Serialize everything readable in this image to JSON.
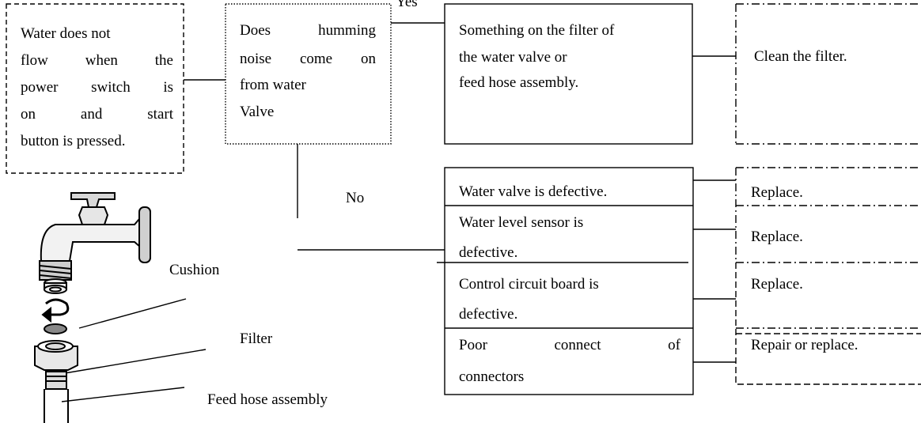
{
  "problem": {
    "lines": [
      "Water does not",
      "flow when the",
      "power switch is",
      "on and start",
      "button is pressed."
    ]
  },
  "question": {
    "lines": [
      "Does humming",
      "noise come on",
      "from water",
      "Valve"
    ]
  },
  "yes_label": "Yes",
  "no_label": "No",
  "yes_cause": {
    "lines": [
      "Something on the filter of",
      "the water valve or",
      "feed hose assembly."
    ]
  },
  "yes_remedy": "Clean the filter.",
  "no_causes": [
    {
      "lines": [
        "Water valve is defective."
      ],
      "remedy": "Replace."
    },
    {
      "lines": [
        "Water level sensor is",
        "defective."
      ],
      "remedy": "Replace."
    },
    {
      "lines": [
        "Control circuit board is",
        "defective."
      ],
      "remedy": "Replace."
    },
    {
      "lines": [
        "Poor connect of",
        "connectors"
      ],
      "remedy": "Repair or replace."
    }
  ],
  "parts": {
    "cushion": "Cushion",
    "filter": "Filter",
    "feed_hose": "Feed hose assembly"
  },
  "colors": {
    "line": "#000000",
    "background": "#ffffff"
  }
}
